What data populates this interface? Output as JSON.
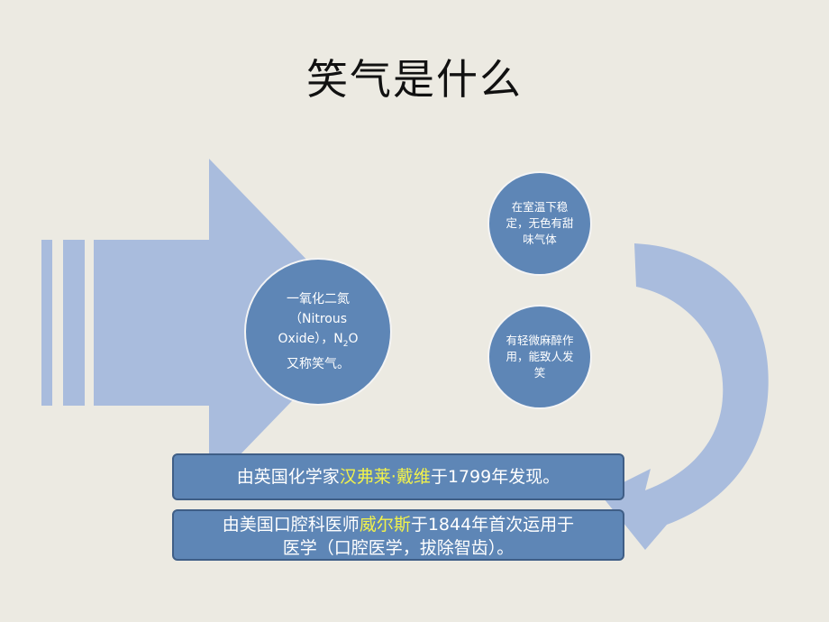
{
  "title": "笑气是什么",
  "main_circle": {
    "line1": "一氧化二氮",
    "line2": "（Nitrous",
    "line3_a": "Oxide），N",
    "line3_sub": "2",
    "line3_b": "O",
    "line4": "又称笑气。"
  },
  "circle_top": {
    "text": "在室温下稳定，无色有甜味气体"
  },
  "circle_bottom": {
    "text": "有轻微麻醉作用，能致人发笑"
  },
  "box1": {
    "pre": "由英国化学家",
    "highlight": "汉弗莱·戴维",
    "post": "于1799年发现。"
  },
  "box2": {
    "pre": "由美国口腔科医师",
    "highlight": "威尔斯",
    "post": "于1844年首次运用于",
    "line2": "医学（口腔医学，拔除智齿）。"
  },
  "colors": {
    "background": "#ECEAE2",
    "arrow": "#A9BCDD",
    "circle": "#5E86B6",
    "highlight": "#F2F24A"
  }
}
